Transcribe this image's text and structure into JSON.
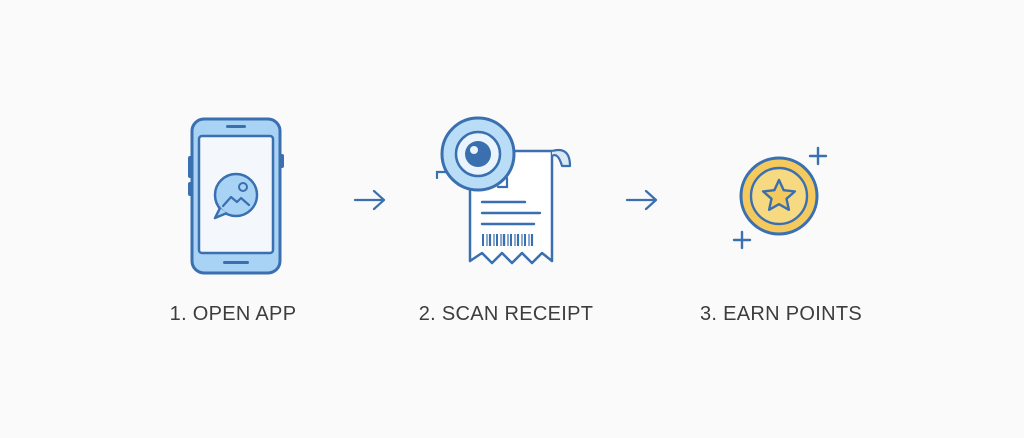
{
  "steps": [
    {
      "label": "1. OPEN APP",
      "icon": "smartphone-icon"
    },
    {
      "label": "2. SCAN RECEIPT",
      "icon": "receipt-scan-icon"
    },
    {
      "label": "3. EARN POINTS",
      "icon": "star-coin-icon"
    }
  ],
  "connectors": [
    "arrow-right-icon",
    "arrow-right-icon"
  ],
  "colors": {
    "outline": "#3a6fb0",
    "phone_fill": "#a9d3f5",
    "screen_fill": "#f4f8fc",
    "lens_fill": "#b9ddf7",
    "coin_fill": "#f4c95d",
    "coin_inner": "#f7d982",
    "text": "#3d3d3d"
  }
}
